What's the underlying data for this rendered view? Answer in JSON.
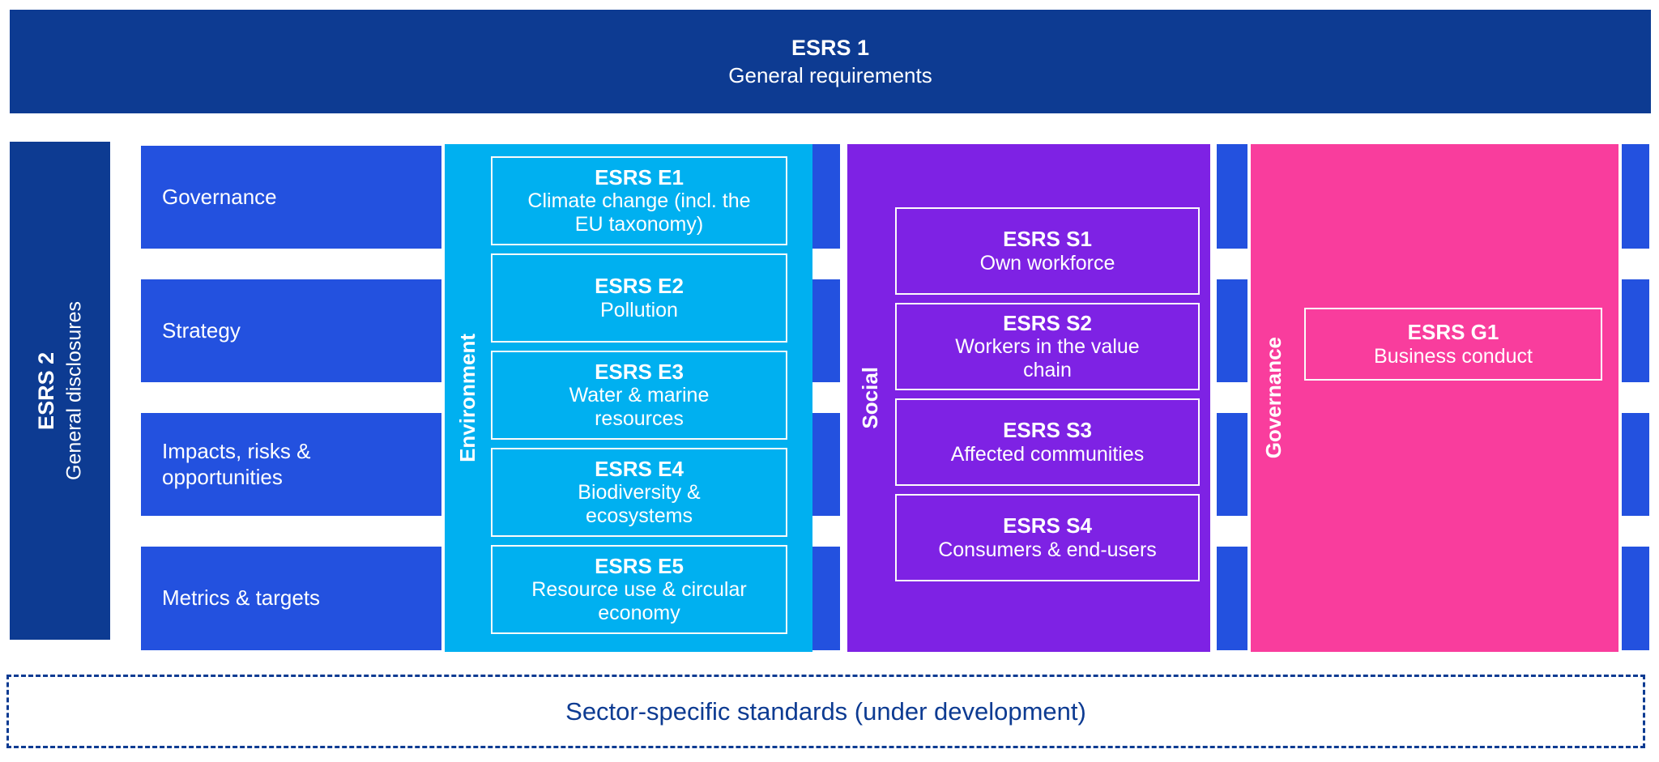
{
  "colors": {
    "navy": "#0d3b92",
    "bright_blue": "#2351df",
    "environment_cyan": "#00b0f0",
    "social_purple": "#7e22e4",
    "governance_pink": "#f93d9d",
    "text_on_panels": "#ffffff"
  },
  "esrs1": {
    "code": "ESRS 1",
    "name": "General requirements"
  },
  "esrs2": {
    "code": "ESRS 2",
    "name": "General disclosures"
  },
  "disclosure_areas": [
    {
      "label": "Governance"
    },
    {
      "label": "Strategy"
    },
    {
      "label": "Impacts, risks &\nopportunities"
    },
    {
      "label": "Metrics & targets"
    }
  ],
  "pillars": [
    {
      "label": "Environment",
      "standards": [
        {
          "code": "ESRS E1",
          "name": "Climate change (incl. the\nEU taxonomy)"
        },
        {
          "code": "ESRS E2",
          "name": "Pollution"
        },
        {
          "code": "ESRS E3",
          "name": "Water & marine\nresources"
        },
        {
          "code": "ESRS E4",
          "name": "Biodiversity &\necosystems"
        },
        {
          "code": "ESRS E5",
          "name": "Resource use & circular\neconomy"
        }
      ]
    },
    {
      "label": "Social",
      "standards": [
        {
          "code": "ESRS S1",
          "name": "Own workforce"
        },
        {
          "code": "ESRS S2",
          "name": "Workers in the  value\nchain"
        },
        {
          "code": "ESRS S3",
          "name": "Affected communities"
        },
        {
          "code": "ESRS S4",
          "name": "Consumers & end-users"
        }
      ]
    },
    {
      "label": "Governance",
      "standards": [
        {
          "code": "ESRS G1",
          "name": "Business conduct"
        }
      ]
    }
  ],
  "footer": {
    "label": "Sector-specific standards (under development)"
  }
}
